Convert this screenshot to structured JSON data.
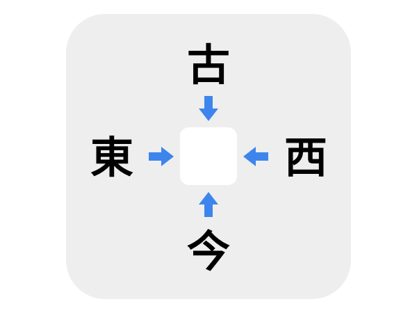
{
  "puzzle": {
    "type": "kanji-crossword",
    "clues": {
      "top": "古",
      "left": "東",
      "right": "西",
      "bottom": "今"
    },
    "answer": "",
    "arrows": {
      "top": "down",
      "left": "right",
      "right": "left",
      "bottom": "up"
    }
  },
  "colors": {
    "card_background": "#eeeeef",
    "answer_box": "#ffffff",
    "arrow": "#3d85ec",
    "kanji": "#000000"
  }
}
